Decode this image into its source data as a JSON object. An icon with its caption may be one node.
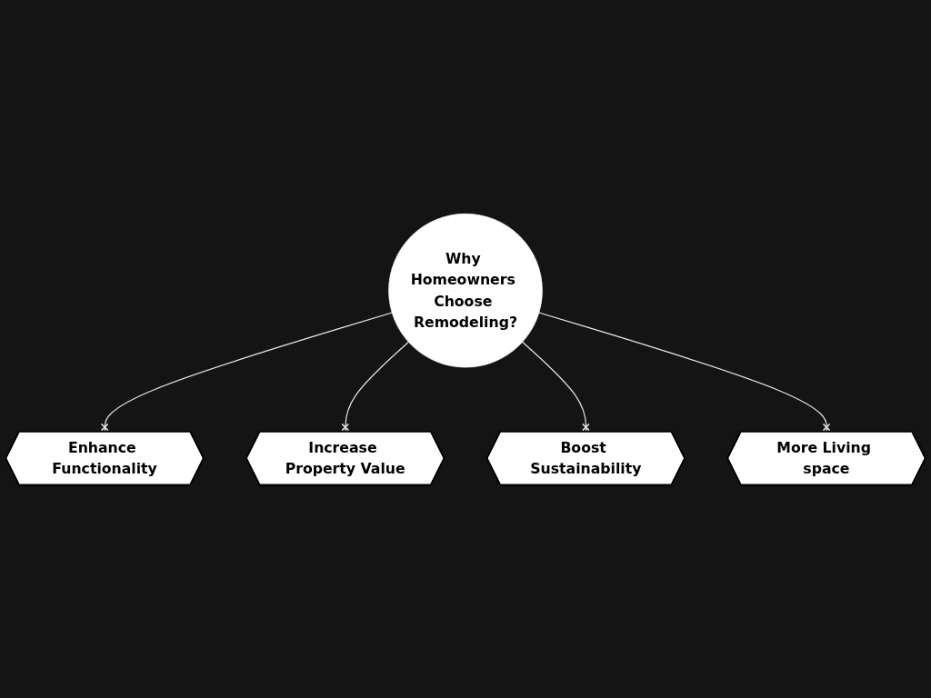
{
  "diagram": {
    "nodes": [
      {
        "text": [
          "Enhance Functionality"
        ]
      },
      {
        "text": [
          "Increase Property Value"
        ]
      },
      {
        "text": [
          "Why Homeowners Choose Remodeling?"
        ]
      },
      {
        "text": [
          "Boost Sustainability"
        ]
      },
      {
        "text": [
          "More Living space"
        ]
      }
    ],
    "edges": [
      {
        "from": 2,
        "to": 0,
        "arrow": "other"
      },
      {
        "from": 2,
        "to": 1,
        "arrow": "other"
      },
      {
        "from": 2,
        "to": 3,
        "arrow": "other"
      },
      {
        "from": 2,
        "to": 4,
        "arrow": "other"
      }
    ]
  }
}
